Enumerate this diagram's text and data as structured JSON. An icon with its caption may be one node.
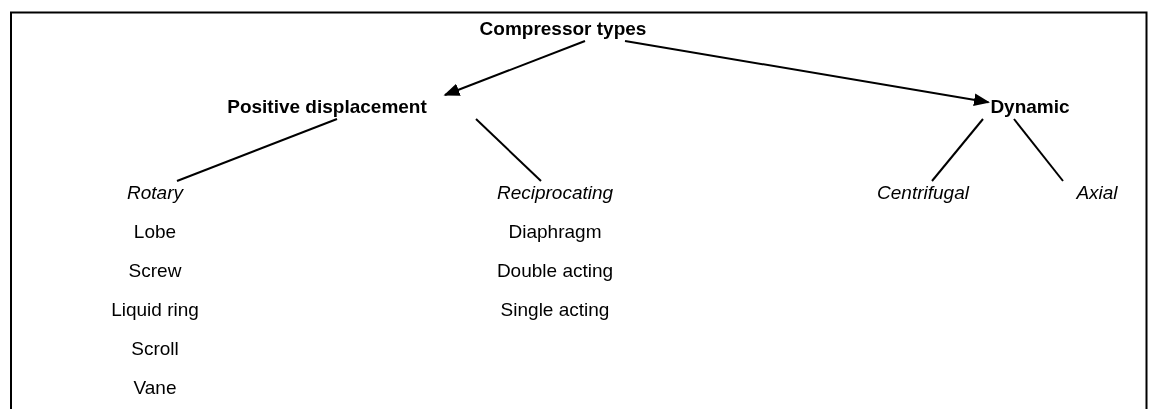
{
  "diagram": {
    "nodes": [
      {
        "text": [
          "Compressor types"
        ]
      },
      {
        "text": [
          "Positive displacement"
        ]
      },
      {
        "text": [
          "Dynamic"
        ]
      },
      {
        "text": [
          "Rotary"
        ]
      },
      {
        "text": [
          "Reciprocating"
        ]
      },
      {
        "text": [
          "Centrifugal"
        ]
      },
      {
        "text": [
          "Axial"
        ]
      }
    ],
    "edges": [
      {
        "from": 0,
        "to": 1,
        "arrow": "to"
      },
      {
        "from": 0,
        "to": 2,
        "arrow": "to"
      },
      {
        "from": 1,
        "to": 3,
        "arrow": "none"
      },
      {
        "from": 1,
        "to": 4,
        "arrow": "none"
      },
      {
        "from": 2,
        "to": 5,
        "arrow": "none"
      },
      {
        "from": 2,
        "to": 6,
        "arrow": "none"
      }
    ],
    "labels": [
      "Lobe",
      "Diaphragm",
      "Screw",
      "Double acting",
      "Liquid ring",
      "Single acting",
      "Scroll",
      "Vane"
    ]
  }
}
